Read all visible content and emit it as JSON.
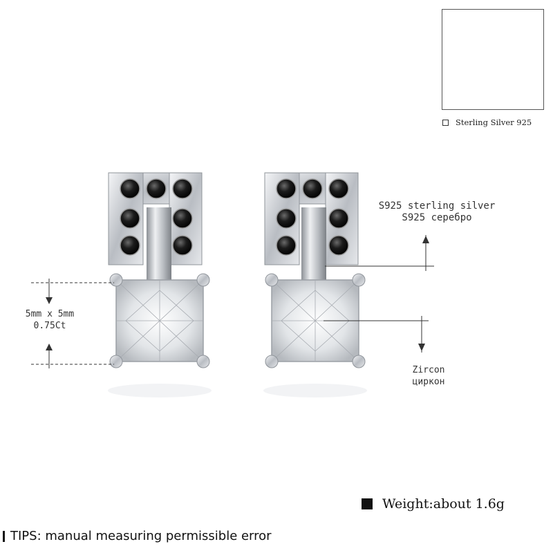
{
  "thumbnail": {
    "legend_label": "Sterling Silver 925"
  },
  "annotations": {
    "size_label": "5mm x 5mm",
    "carat_label": "0.75Ct",
    "metal_label_en": "S925 sterling silver",
    "metal_label_ru": "S925 серебро",
    "stone_label_en": "Zircon",
    "stone_label_ru": "циркон"
  },
  "footer": {
    "weight_text": "Weight:about 1.6g",
    "tips_text": "TIPS: manual measuring permissible error"
  },
  "colors": {
    "silver": "#c9ccd1",
    "black_stone": "#141414",
    "zircon": "#eef0f2",
    "annotation_line": "#333333"
  }
}
